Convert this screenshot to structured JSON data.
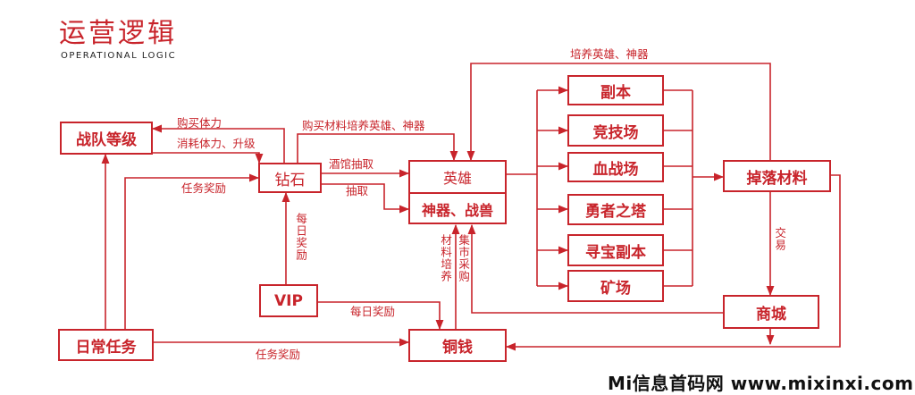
{
  "header": {
    "title": "运营逻辑",
    "subtitle": "OPERATIONAL LOGIC"
  },
  "nodes": {
    "team_level": "战队等级",
    "diamond": "钻石",
    "vip": "VIP",
    "daily_task": "日常任务",
    "hero": "英雄",
    "artifacts": "神器、战兽",
    "copper": "铜钱",
    "dungeon": "副本",
    "arena": "竞技场",
    "blood_field": "血战场",
    "brave_tower": "勇者之塔",
    "treasure_dungeon": "寻宝副本",
    "mine": "矿场",
    "drop_material": "掉落材料",
    "mall": "商城"
  },
  "edge_labels": {
    "buy_stamina": "购买体力",
    "consume_stamina": "消耗体力、升级",
    "buy_materials": "购买材料培养英雄、神器",
    "tavern_draw": "酒馆抽取",
    "draw": "抽取",
    "task_reward_diamond": "任务奖励",
    "daily_reward_vip_diamond": "每日奖励",
    "daily_reward_vip_copper": "每日奖励",
    "task_reward_copper": "任务奖励",
    "material_upgrade": "材料培养",
    "market_buy": "集市采购",
    "trade": "交易",
    "train_top": "培养英雄、神器"
  },
  "watermark": "Mi信息首码网 www.mixinxi.com",
  "colors": {
    "accent": "#c8242b",
    "background": "#ffffff"
  }
}
